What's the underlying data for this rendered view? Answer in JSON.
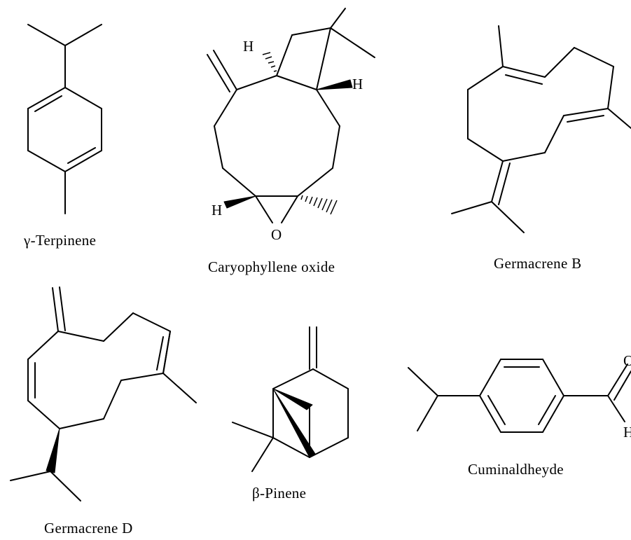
{
  "molecules": {
    "gamma_terpinene": {
      "name": "γ-Terpinene"
    },
    "caryophyllene_oxide": {
      "name": "Caryophyllene oxide",
      "atom_h1": "H",
      "atom_h2": "H",
      "atom_h3": "H",
      "atom_o": "O"
    },
    "germacrene_b": {
      "name": "Germacrene B"
    },
    "germacrene_d": {
      "name": "Germacrene D"
    },
    "beta_pinene": {
      "name": "β-Pinene"
    },
    "cuminaldehyde": {
      "name": "Cuminaldheyde",
      "atom_o": "O",
      "atom_h": "H"
    }
  }
}
